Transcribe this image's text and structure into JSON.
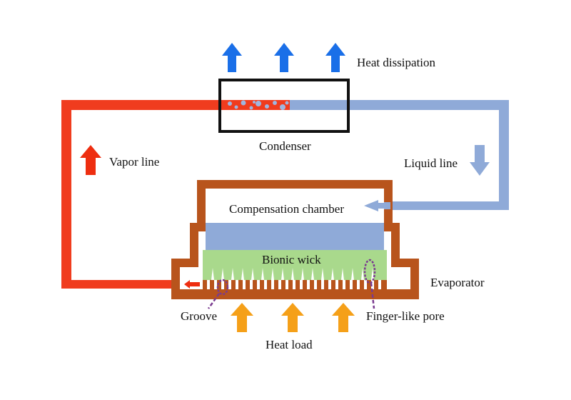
{
  "labels": {
    "heat_dissipation": "Heat dissipation",
    "condenser": "Condenser",
    "vapor_line": "Vapor line",
    "liquid_line": "Liquid line",
    "compensation_chamber": "Compensation chamber",
    "bionic_wick": "Bionic wick",
    "evaporator": "Evaporator",
    "groove": "Groove",
    "finger_like_pore": "Finger-like pore",
    "heat_load": "Heat load"
  },
  "colors": {
    "vapor": "#f03c1e",
    "liquid": "#8faad8",
    "shell": "#b8541c",
    "wick": "#a9d98c",
    "fluid": "#8faad8",
    "heat_dissipation_arrow": "#1a6fe8",
    "heat_load_arrow": "#f5a019",
    "vapor_arrow": "#ee2e10",
    "liquid_arrow": "#8faad8",
    "callout": "#7a3b8f",
    "condenser_frame": "#111111"
  }
}
